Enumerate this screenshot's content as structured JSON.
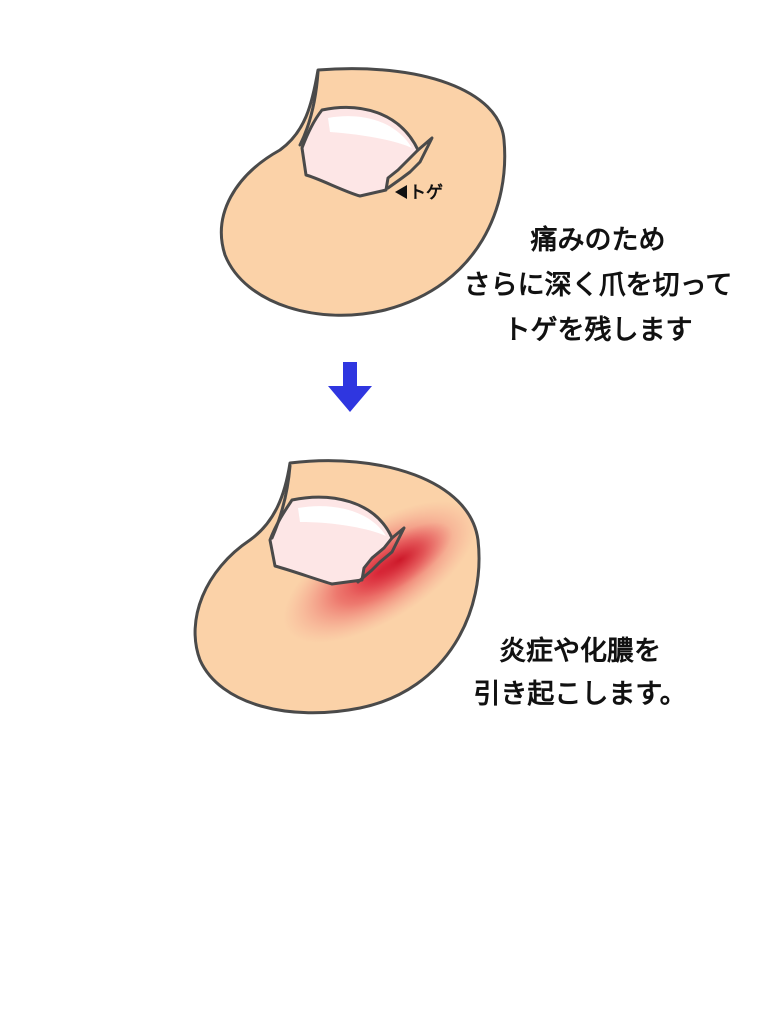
{
  "top_panel": {
    "callout_label": "トゲ",
    "caption_lines": [
      "痛みのため",
      "さらに深く爪を切って",
      "トゲを残します"
    ]
  },
  "bottom_panel": {
    "caption_lines": [
      "炎症や化膿を",
      "引き起こします。"
    ]
  },
  "colors": {
    "skin": "#FBD2A8",
    "outline": "#4a4a4a",
    "nail": "#FDE6E6",
    "arrow": "#2F36E0",
    "inflammation": "#DD2233"
  },
  "icons": {
    "callout_pointer": "left-triangle",
    "transition_arrow": "down-arrow"
  }
}
